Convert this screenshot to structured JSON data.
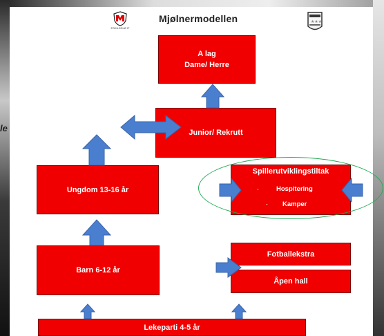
{
  "header": {
    "title": "Mjølnermodellen",
    "logo_left_text": "ESKILDSLØ IF"
  },
  "side_text": "le",
  "boxes": {
    "a_lag_line1": "A lag",
    "a_lag_line2": "Dame/ Herre",
    "junior": "Junior/ Rekrutt",
    "ungdom": "Ungdom 13-16 år",
    "barn": "Barn 6-12 år",
    "lekeparti": "Lekeparti 4-5 år",
    "fotballekstra": "Fotballekstra",
    "apen_hall": "Åpen hall"
  },
  "spiller": {
    "title": "Spillerutviklingstiltak",
    "items": [
      "Hospitering",
      "Kamper"
    ],
    "bullet": "-"
  },
  "colors": {
    "box_red": "#f00000",
    "arrow_blue": "#4a7fd0",
    "ellipse_green": "#22aa55"
  },
  "icons": [
    "club-shield-icon",
    "star-badge-icon",
    "up-arrow-icon",
    "double-arrow-icon",
    "right-arrow-icon",
    "left-arrow-icon"
  ]
}
